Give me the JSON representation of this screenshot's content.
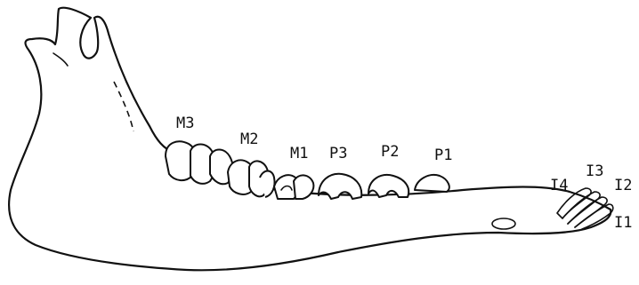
{
  "diagram": {
    "labels": {
      "m3": "M3",
      "m2": "M2",
      "m1": "M1",
      "p3": "P3",
      "p2": "P2",
      "p1": "P1",
      "i4": "I4",
      "i3": "I3",
      "i2": "I2",
      "i1": "I1"
    }
  }
}
